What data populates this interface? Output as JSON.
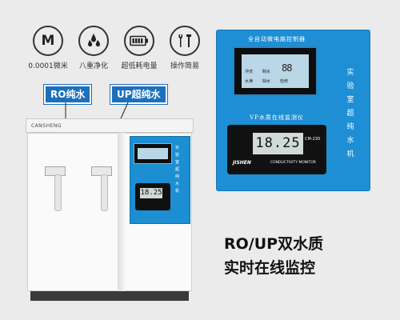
{
  "features": [
    {
      "icon": "m-letter-icon",
      "glyph": "M",
      "label": "0.0001微米"
    },
    {
      "icon": "water-drops-icon",
      "label": "八重净化"
    },
    {
      "icon": "battery-icon",
      "label": "超低耗电量"
    },
    {
      "icon": "tools-icon",
      "label": "操作简易"
    }
  ],
  "callouts": {
    "ro": "RO纯水",
    "up": "UP超纯水"
  },
  "machine": {
    "brand": "CANSHENG",
    "mini_meter_value": "18.25",
    "valve_left": "RO纯水",
    "valve_right": "UP超纯水"
  },
  "panel": {
    "controller_title": "全自动微电脑控制器",
    "vertical_title": "实验室超纯水机",
    "monitor_title": "VP水质在线监测仪",
    "meter_value": "18.25",
    "meter_model": "CM-230",
    "meter_brand": "JISHEN",
    "meter_caption": "CONDUCTIVITY MONITOR",
    "lcd_labels": [
      "冲洗",
      "制水",
      "水满",
      "缺水",
      "检修"
    ]
  },
  "headline": [
    "RO/UP双水质",
    "实时在线监控"
  ],
  "colors": {
    "accent": "#1c6fbd",
    "panel_blue": "#1e8fd4",
    "background": "#ebebeb"
  }
}
